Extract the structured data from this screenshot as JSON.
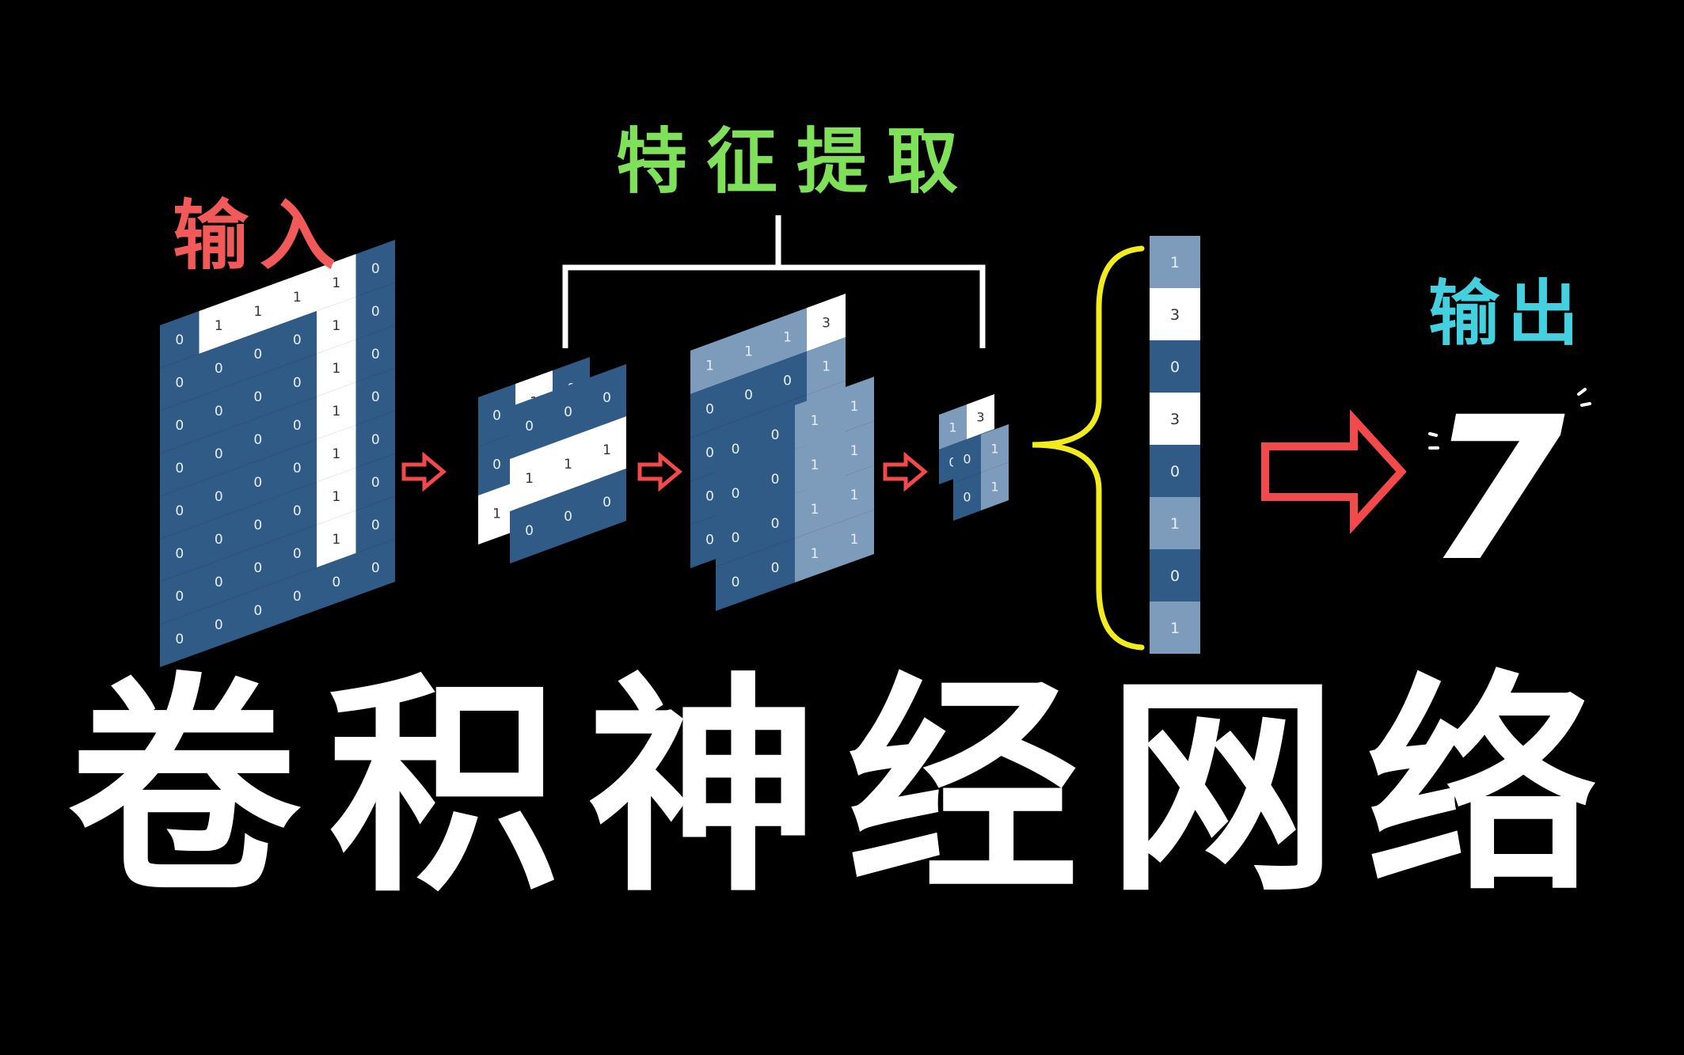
{
  "labels": {
    "input": "输入",
    "feature_extraction": "特征提取",
    "output": "输出",
    "title": "卷积神经网络"
  },
  "output_digit": "7",
  "colors": {
    "background": "#000000",
    "input_label": "#f25a5a",
    "feature_label": "#7fe05a",
    "output_label": "#45d0e0",
    "title": "#ffffff",
    "cell_dark": "#2f5b86",
    "cell_light": "#ffffff",
    "cell_muted": "#7d9bbb",
    "arrow": "#f24a4a",
    "brace": "#f2ec1e",
    "bracket": "#ffffff"
  },
  "input_matrix": [
    [
      "0",
      "1",
      "1",
      "1",
      "1",
      "0"
    ],
    [
      "0",
      "0",
      "0",
      "0",
      "1",
      "0"
    ],
    [
      "0",
      "0",
      "0",
      "0",
      "1",
      "0"
    ],
    [
      "0",
      "0",
      "0",
      "0",
      "1",
      "0"
    ],
    [
      "0",
      "0",
      "0",
      "0",
      "1",
      "0"
    ],
    [
      "0",
      "0",
      "0",
      "0",
      "1",
      "0"
    ],
    [
      "0",
      "0",
      "0",
      "0",
      "1",
      "0"
    ],
    [
      "0",
      "0",
      "0",
      "0",
      "0",
      "0"
    ]
  ],
  "conv1_back": [
    [
      "0",
      "1",
      "0"
    ],
    [
      "0",
      "0",
      "0"
    ],
    [
      "1",
      "0",
      "0"
    ]
  ],
  "conv1_front": [
    [
      "0",
      "0",
      "0"
    ],
    [
      "1",
      "1",
      "1"
    ],
    [
      "0",
      "0",
      "0"
    ]
  ],
  "conv2_back": [
    [
      "1",
      "1",
      "1",
      "3"
    ],
    [
      "0",
      "0",
      "0",
      "1"
    ],
    [
      "0",
      "0",
      "0",
      "1"
    ],
    [
      "0",
      "0",
      "0",
      "1"
    ],
    [
      "0",
      "0",
      "0",
      "1"
    ]
  ],
  "conv2_front": [
    [
      "0",
      "0",
      "1",
      "1"
    ],
    [
      "0",
      "0",
      "1",
      "1"
    ],
    [
      "0",
      "0",
      "1",
      "1"
    ],
    [
      "0",
      "0",
      "1",
      "1"
    ]
  ],
  "pool_back": [
    [
      "1",
      "3"
    ],
    [
      "0",
      "1"
    ]
  ],
  "pool_front": [
    [
      "0",
      "1"
    ],
    [
      "0",
      "1"
    ]
  ],
  "flatten_vector": [
    "1",
    "3",
    "0",
    "3",
    "0",
    "1",
    "0",
    "1"
  ]
}
